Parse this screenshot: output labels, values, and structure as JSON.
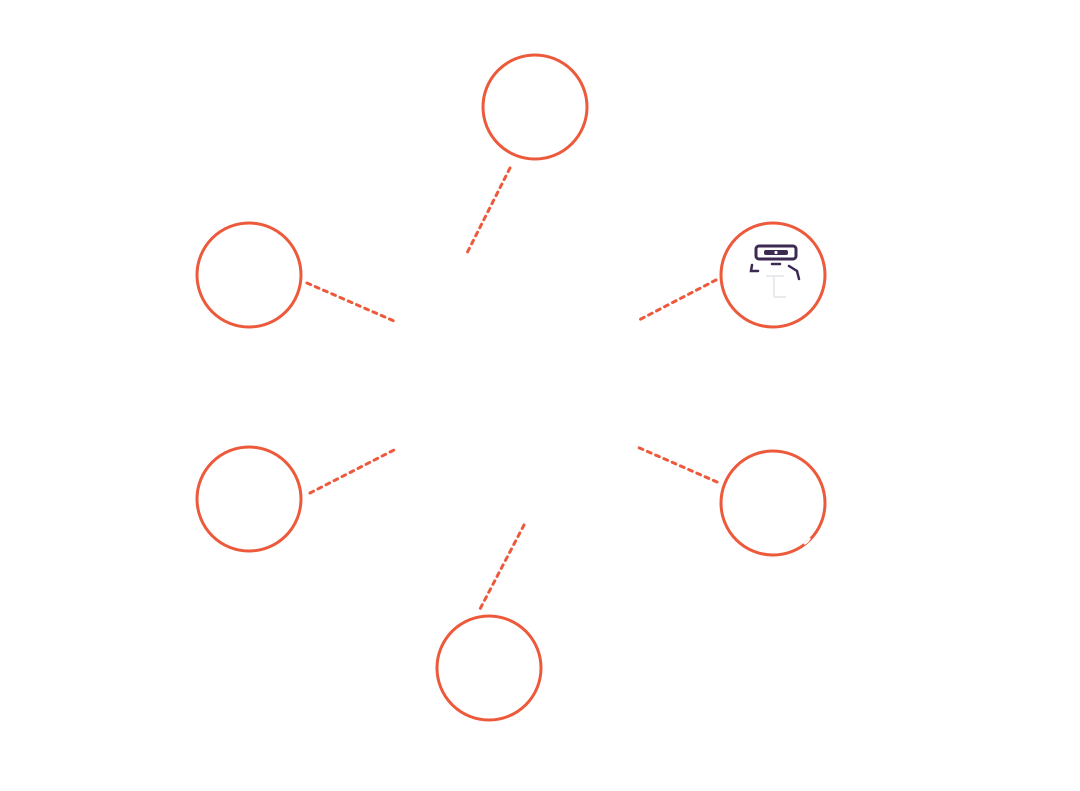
{
  "colors": {
    "background": "#ffffff",
    "accent": "#ec5a3b",
    "icon_dark": "#3d2a52"
  },
  "nodes": [
    {
      "id": "top",
      "icon": null
    },
    {
      "id": "upper-left",
      "icon": null
    },
    {
      "id": "upper-right",
      "icon": "robot-icon"
    },
    {
      "id": "lower-left",
      "icon": null
    },
    {
      "id": "lower-right",
      "icon": null
    },
    {
      "id": "bottom",
      "icon": null
    }
  ]
}
